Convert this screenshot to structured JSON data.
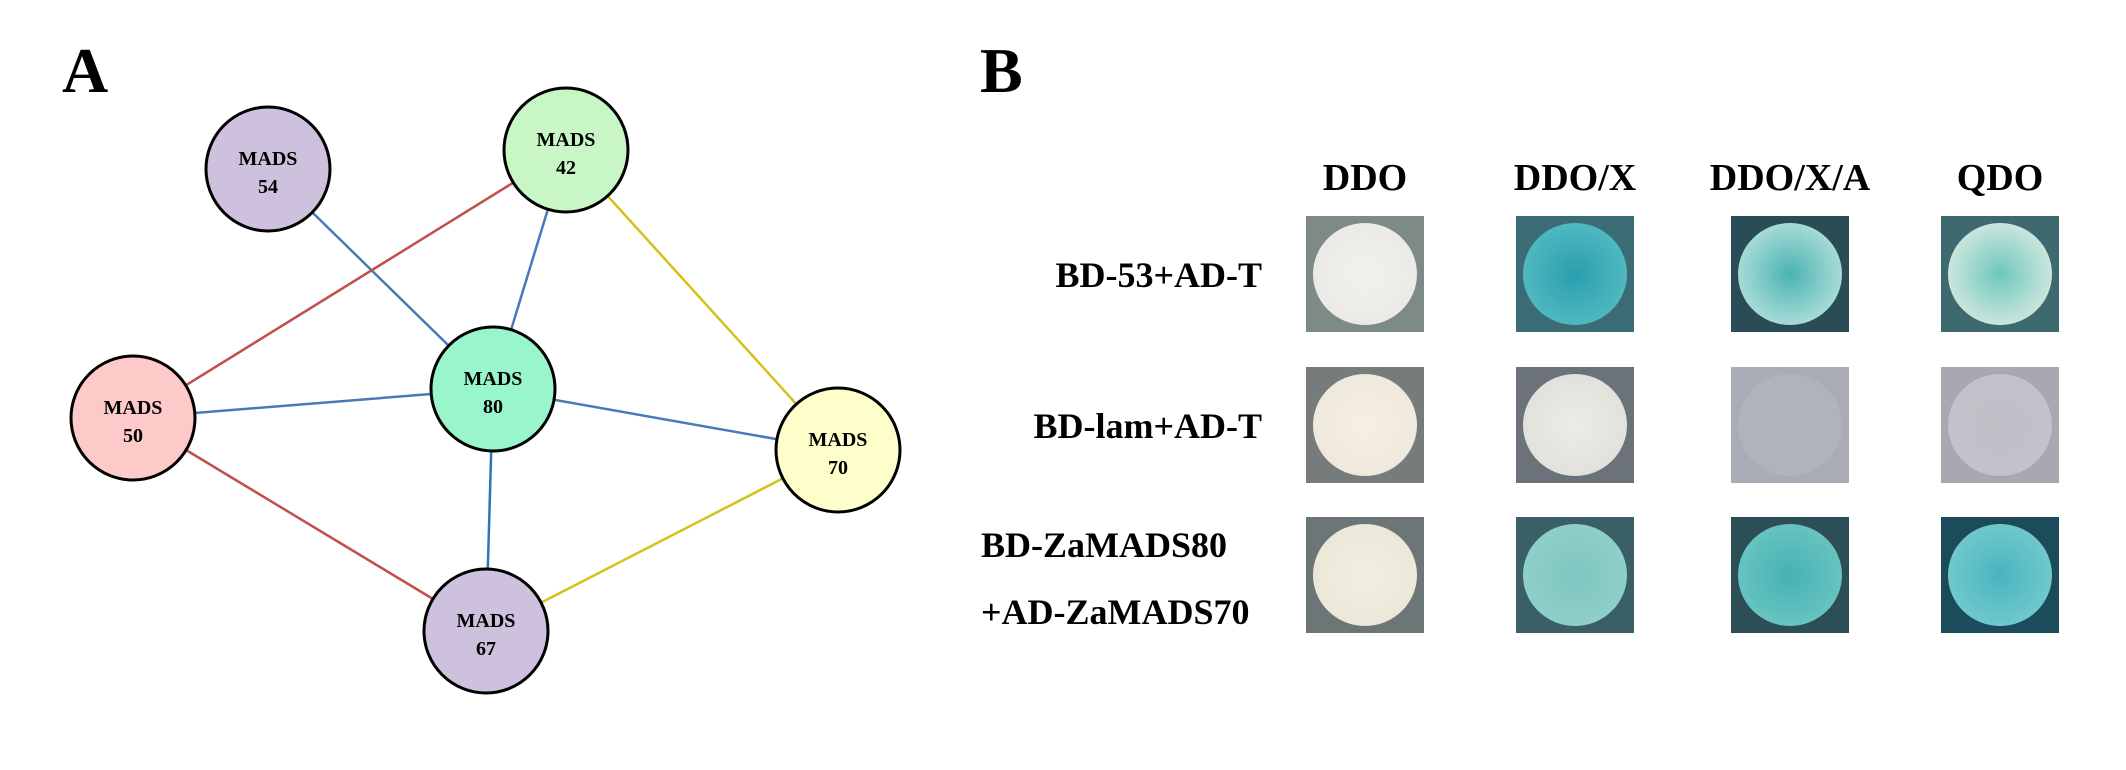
{
  "panel_a": {
    "letter": "A",
    "nodes": [
      {
        "id": "m54",
        "line1": "MADS",
        "line2": "54",
        "color": "#cdc1dd"
      },
      {
        "id": "m42",
        "line1": "MADS",
        "line2": "42",
        "color": "#c8f7c5"
      },
      {
        "id": "m80",
        "line1": "MADS",
        "line2": "80",
        "color": "#98f5cc"
      },
      {
        "id": "m50",
        "line1": "MADS",
        "line2": "50",
        "color": "#fdc9c9"
      },
      {
        "id": "m70",
        "line1": "MADS",
        "line2": "70",
        "color": "#fefecb"
      },
      {
        "id": "m67",
        "line1": "MADS",
        "line2": "67",
        "color": "#cdc1dd"
      }
    ],
    "edges": [
      {
        "from": "m54",
        "to": "m80",
        "color": "#4a79b9"
      },
      {
        "from": "m42",
        "to": "m50",
        "color": "#c0504d"
      },
      {
        "from": "m42",
        "to": "m80",
        "color": "#4a79b9"
      },
      {
        "from": "m42",
        "to": "m70",
        "color": "#d4c21b"
      },
      {
        "from": "m50",
        "to": "m80",
        "color": "#4a79b9"
      },
      {
        "from": "m50",
        "to": "m67",
        "color": "#c0504d"
      },
      {
        "from": "m80",
        "to": "m70",
        "color": "#4a79b9"
      },
      {
        "from": "m80",
        "to": "m67",
        "color": "#2e75b6"
      },
      {
        "from": "m67",
        "to": "m70",
        "color": "#d4c21b"
      }
    ]
  },
  "panel_b": {
    "letter": "B",
    "columns": [
      "DDO",
      "DDO/X",
      "DDO/X/A",
      "QDO"
    ],
    "rows": [
      {
        "label_lines": [
          "BD-53+AD-T"
        ]
      },
      {
        "label_lines": [
          "BD-lam+AD-T"
        ]
      },
      {
        "label_lines": [
          "BD-ZaMADS80",
          "+AD-ZaMADS70"
        ]
      }
    ],
    "cells": [
      [
        {
          "bg": "#7d8a88",
          "colony": "#eceae6",
          "center": "#f3f1ec"
        },
        {
          "bg": "#3b6b74",
          "colony": "#4fb8c0",
          "center": "#2a9fae"
        },
        {
          "bg": "#294c56",
          "colony": "#a7dbd6",
          "center": "#4bb3b2"
        },
        {
          "bg": "#3e6a6f",
          "colony": "#c9e6dc",
          "center": "#6ec7bd"
        }
      ],
      [
        {
          "bg": "#757c7b",
          "colony": "#efe9dd",
          "center": "#f5efe4"
        },
        {
          "bg": "#6b7279",
          "colony": "#e2e2dc",
          "center": "#ecece6"
        },
        {
          "bg": "#a9abb6",
          "colony": "#b0b2bc",
          "center": "#b2b4be"
        },
        {
          "bg": "#a7a8b0",
          "colony": "#c2c3ca",
          "center": "#bebfc6"
        }
      ],
      [
        {
          "bg": "#6d7677",
          "colony": "#ebe8d8",
          "center": "#f2efe2"
        },
        {
          "bg": "#3a5f66",
          "colony": "#8fcfc8",
          "center": "#7ec6c0"
        },
        {
          "bg": "#2b4e57",
          "colony": "#67c3c0",
          "center": "#45b2b3"
        },
        {
          "bg": "#1c4b5c",
          "colony": "#6fc9cc",
          "center": "#49b4bf"
        }
      ]
    ]
  }
}
